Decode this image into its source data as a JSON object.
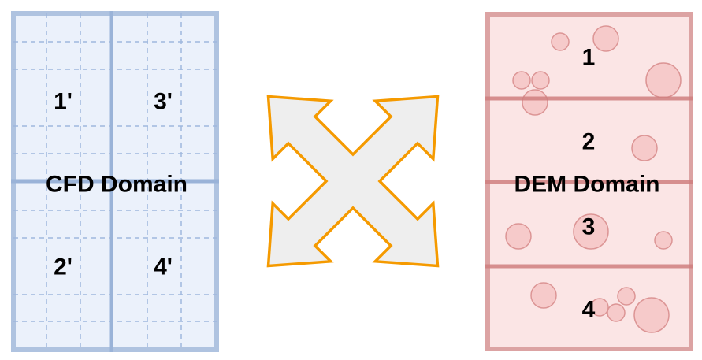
{
  "cfd": {
    "title": "CFD Domain",
    "labels": [
      "1'",
      "3'",
      "2'",
      "4'"
    ],
    "fill": "#ebf1fb",
    "stroke": "#a9bfdf"
  },
  "dem": {
    "title": "DEM Domain",
    "labels": [
      "1",
      "2",
      "3",
      "4"
    ],
    "fill": "#fbe5e5",
    "stroke": "#d99a9a",
    "particle_fill": "#f4c6c6"
  },
  "arrow": {
    "fill": "#eeeeee",
    "stroke": "#f59a00"
  }
}
